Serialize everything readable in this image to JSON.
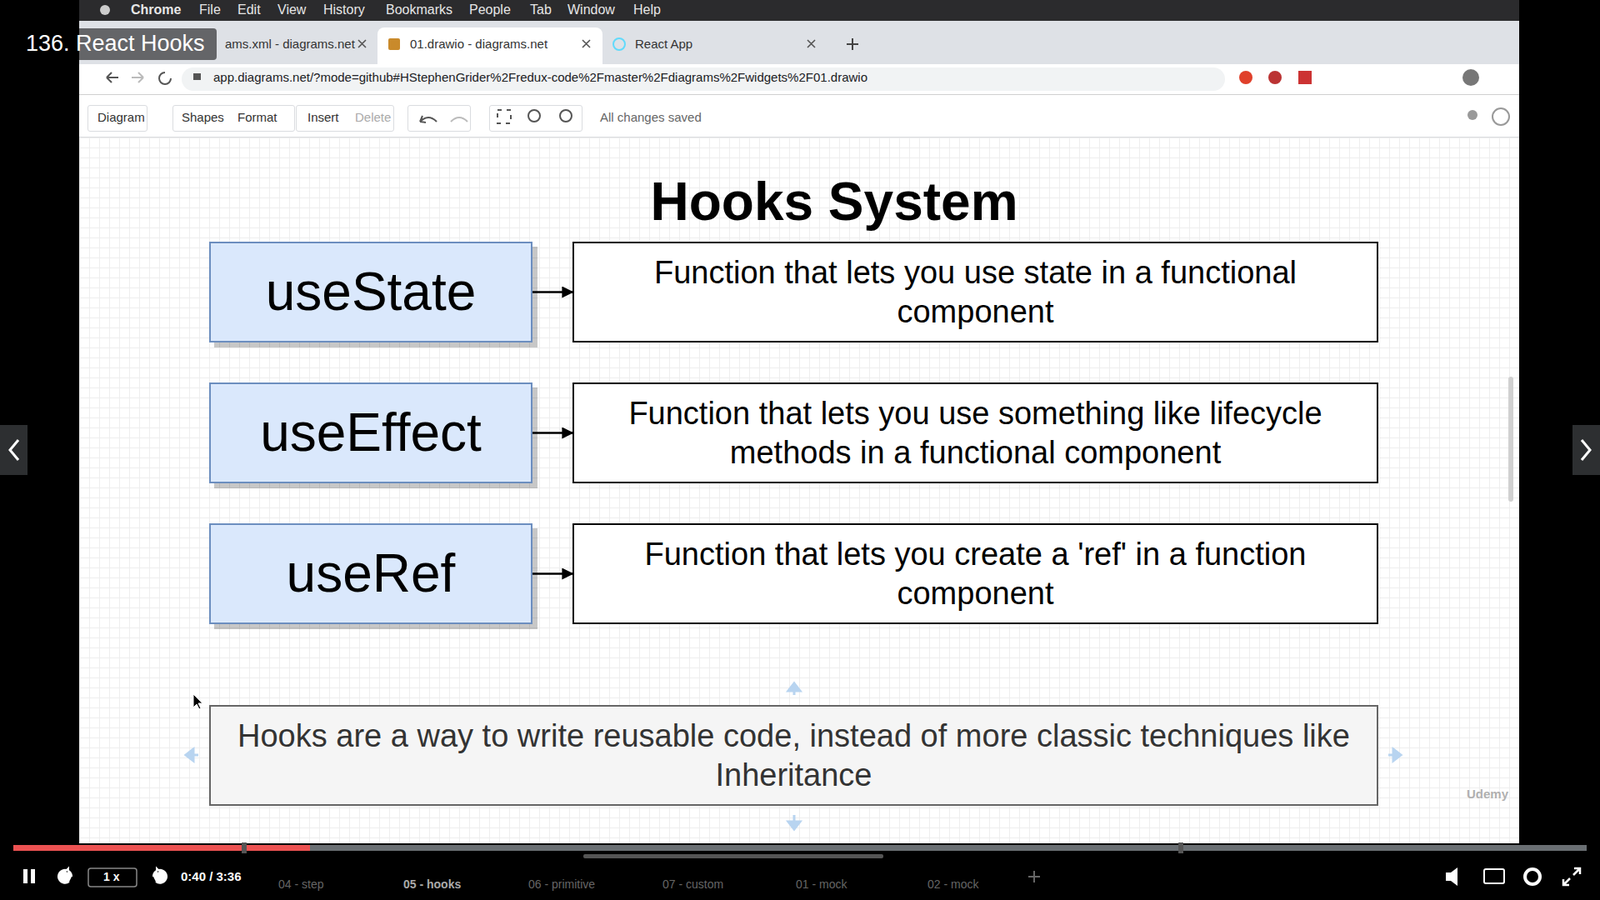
{
  "diagram": {
    "title": "Hooks System",
    "nodes": [
      {
        "text": [
          "useState"
        ]
      },
      {
        "text": [
          "Function that lets you use state in a functional component"
        ]
      },
      {
        "text": [
          "useEffect"
        ]
      },
      {
        "text": [
          "Function that lets you use something like lifecycle methods in a functional component"
        ]
      },
      {
        "text": [
          "useRef"
        ]
      },
      {
        "text": [
          "Function that lets you create a 'ref' in a function component"
        ]
      },
      {
        "text": [
          "Hooks are a way to write reusable code, instead of more classic techniques like Inheritance"
        ]
      }
    ],
    "edges": [
      {
        "from": 0,
        "to": 1,
        "arrow": "to"
      },
      {
        "from": 2,
        "to": 3,
        "arrow": "to"
      },
      {
        "from": 4,
        "to": 5,
        "arrow": "to"
      }
    ],
    "labels": [
      "136. React Hooks",
      "Chrome",
      "File",
      "Edit",
      "View",
      "History",
      "Bookmarks",
      "People",
      "Tab",
      "Window",
      "Help",
      "ams.xml - diagrams.net",
      "01.drawio - diagrams.net",
      "React App",
      "app.diagrams.net/?mode=github#HStephenGrider%2Fredux-code%2Fmaster%2Fdiagrams%2Fwidgets%2F01.drawio",
      "Diagram",
      "Shapes",
      "Format",
      "Insert",
      "Delete",
      "All changes saved",
      "0:40 / 3:36",
      "1 x",
      "04 - step",
      "05 - hooks",
      "06 - primitive",
      "07 - custom",
      "01 - mock",
      "02 - mock",
      "Udemy"
    ]
  }
}
